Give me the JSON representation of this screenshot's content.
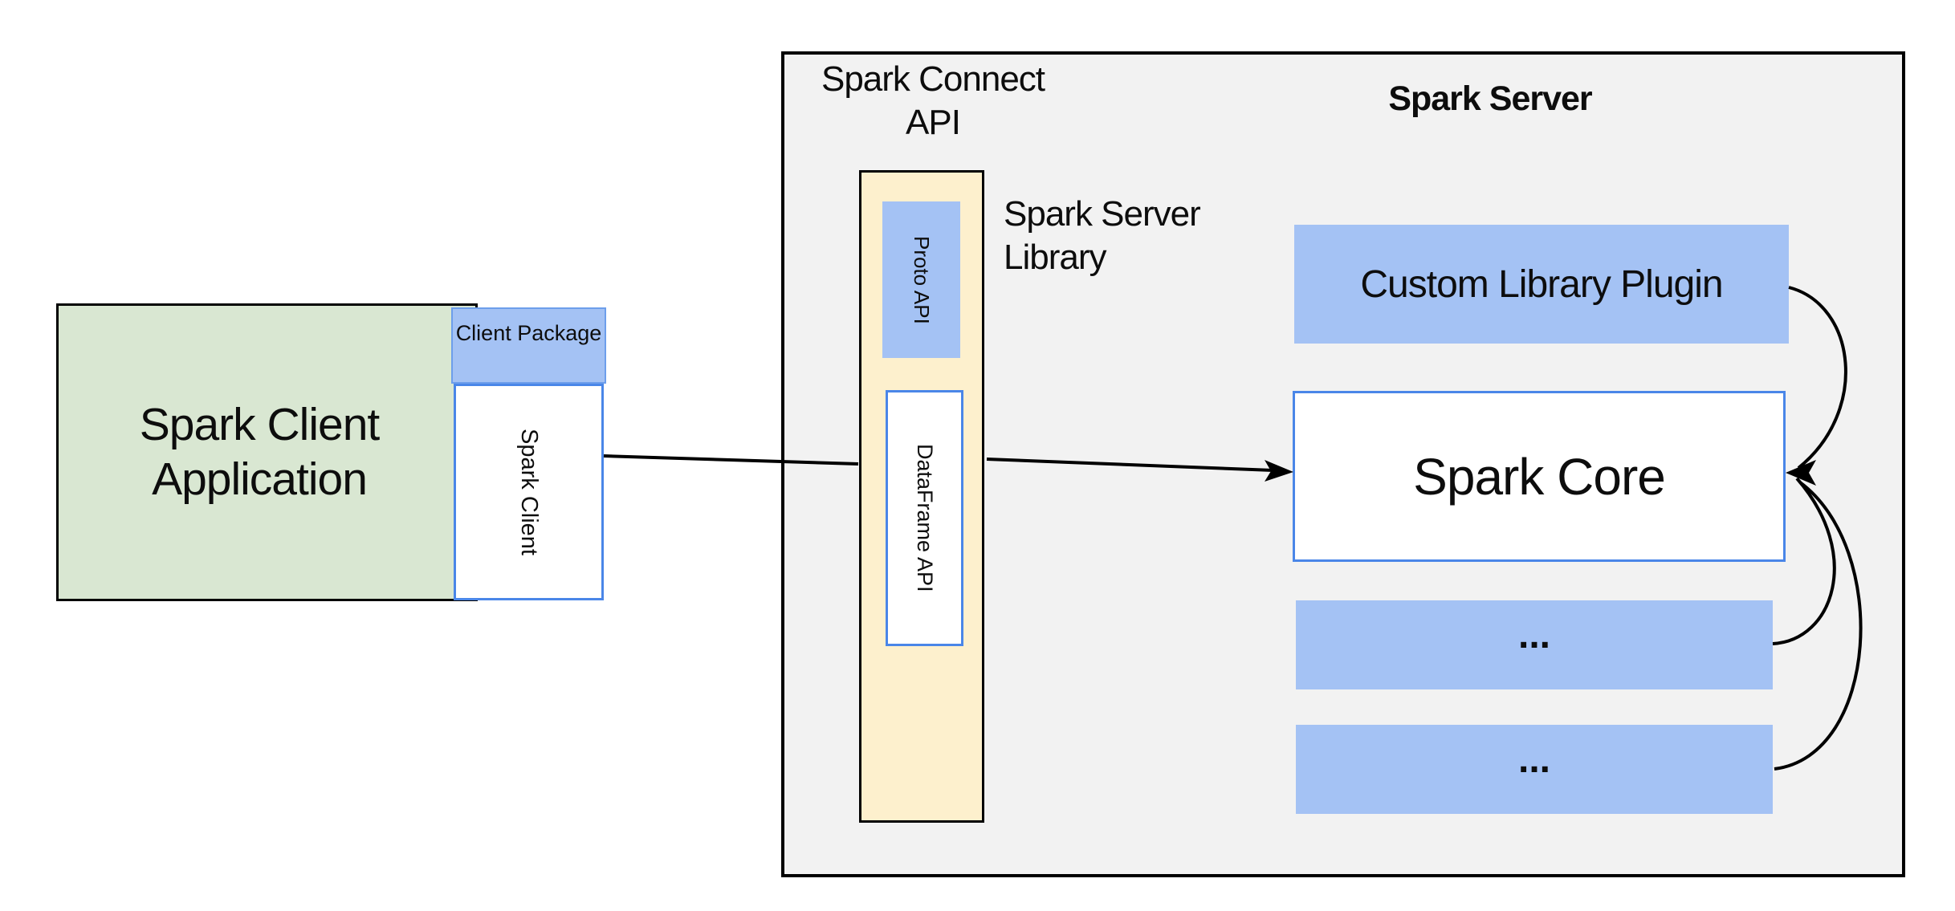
{
  "titles": {
    "connect_line1": "Spark Connect",
    "connect_line2": "API",
    "server": "Spark Server"
  },
  "client": {
    "application": "Spark Client Application",
    "package": "Client Package",
    "spark_client": "Spark Client"
  },
  "library_column": {
    "proto_api": "Proto API",
    "dataframe_api": "DataFrame API",
    "library_line1": "Spark Server",
    "library_line2": "Library"
  },
  "server": {
    "custom_plugin": "Custom Library Plugin",
    "spark_core": "Spark Core",
    "more_plugins_1": "...",
    "more_plugins_2": "..."
  },
  "colors": {
    "green": "#d9e7d2",
    "light_blue": "#a4c2f4",
    "blue_border": "#4a86e8",
    "yellow": "#fdf0cd",
    "gray": "#f2f2f2",
    "line": "#000000"
  }
}
